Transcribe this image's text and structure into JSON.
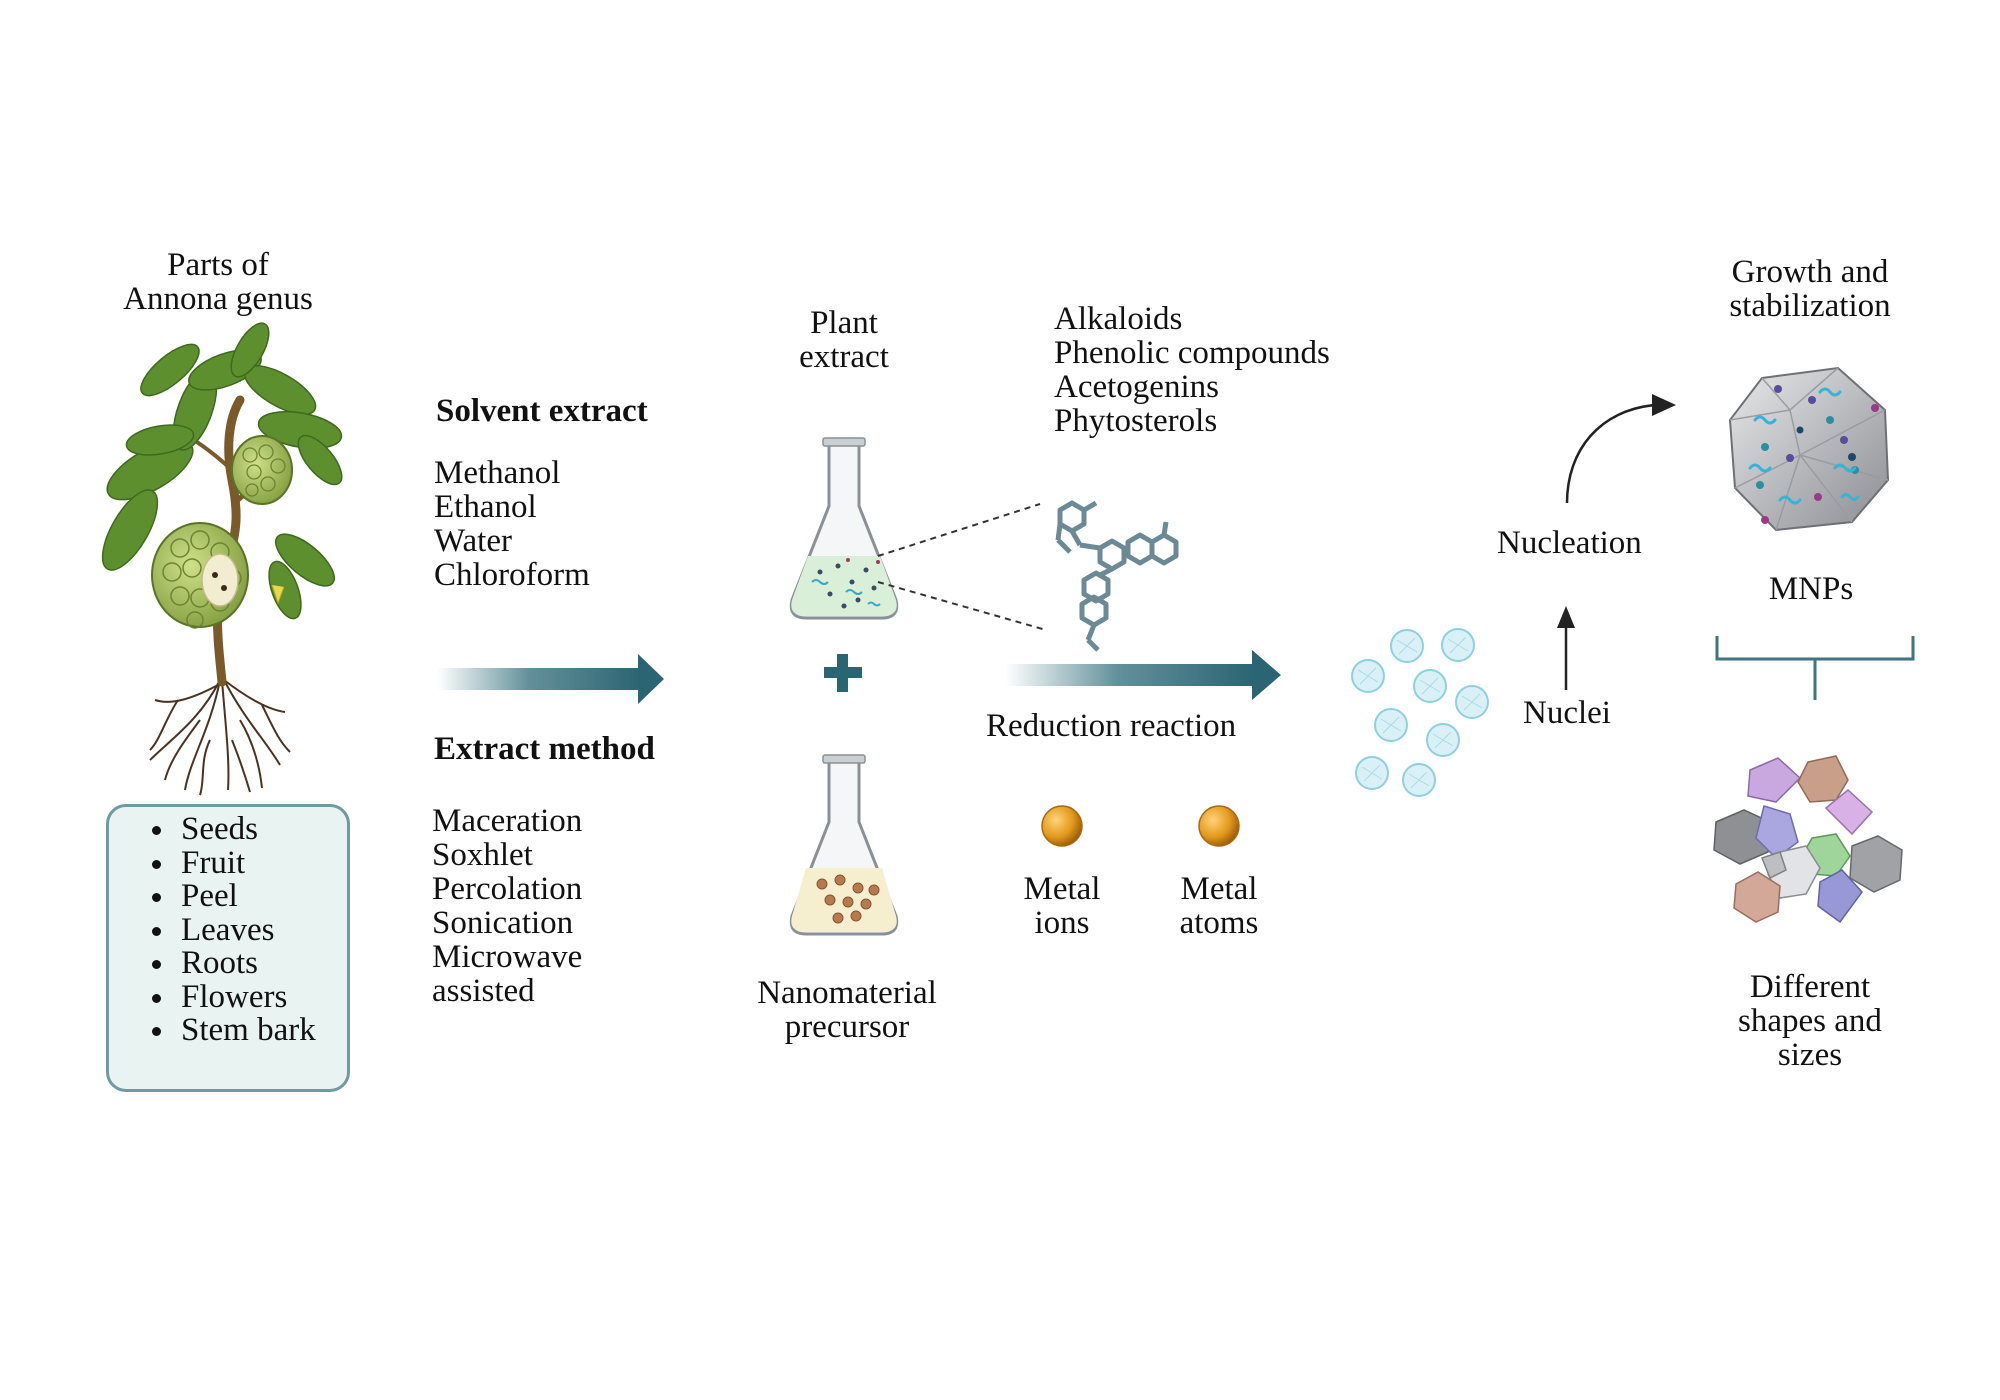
{
  "colors": {
    "arrow": "#2f6b78",
    "box_border": "#6f9aa0",
    "box_fill": "#e8f3f2",
    "metal": "#e39a1c",
    "bracket": "#3d7680"
  },
  "plant": {
    "title_lines": [
      "Parts of",
      "Annona genus"
    ],
    "parts": [
      "Seeds",
      "Fruit",
      "Peel",
      "Leaves",
      "Roots",
      "Flowers",
      "Stem bark"
    ]
  },
  "solvent": {
    "heading": "Solvent extract",
    "items": [
      "Methanol",
      "Ethanol",
      "Water",
      "Chloroform"
    ]
  },
  "method": {
    "heading": "Extract method",
    "items": [
      "Maceration",
      "Soxhlet",
      "Percolation",
      "Sonication",
      "Microwave",
      "assisted"
    ]
  },
  "extract": {
    "label_lines": [
      "Plant",
      "extract"
    ]
  },
  "precursor": {
    "label_lines": [
      "Nanomaterial",
      "precursor"
    ]
  },
  "compounds": [
    "Alkaloids",
    "Phenolic compounds",
    "Acetogenins",
    "Phytosterols"
  ],
  "reaction": {
    "label": "Reduction reaction"
  },
  "metal_ions": {
    "label_lines": [
      "Metal",
      "ions"
    ]
  },
  "metal_atoms": {
    "label_lines": [
      "Metal",
      "atoms"
    ]
  },
  "nuclei": {
    "label": "Nuclei"
  },
  "nucleation": {
    "label": "Nucleation"
  },
  "growth": {
    "label_lines": [
      "Growth and",
      "stabilization"
    ]
  },
  "mnps": {
    "label": "MNPs"
  },
  "shapes": {
    "label_lines": [
      "Different",
      "shapes and",
      "sizes"
    ]
  },
  "icons": [
    "plant-illustration",
    "flask-icon",
    "molecule-icon",
    "nanoparticle-icon",
    "polyhedra-icon"
  ]
}
